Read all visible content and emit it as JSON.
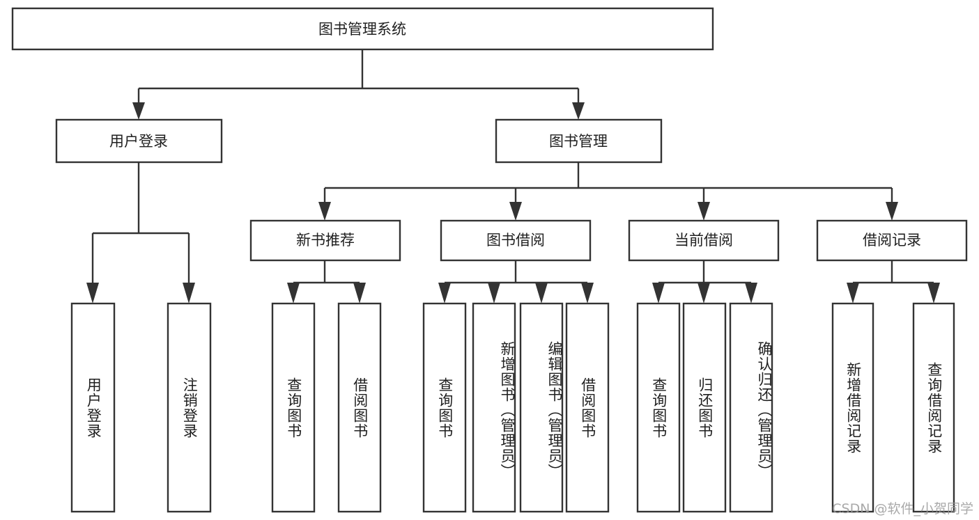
{
  "diagram": {
    "type": "tree",
    "title": "图书管理系统",
    "root": {
      "id": "root",
      "label": "图书管理系统",
      "orientation": "horizontal"
    },
    "level2": [
      {
        "id": "user-login",
        "label": "用户登录",
        "orientation": "horizontal"
      },
      {
        "id": "book-manage",
        "label": "图书管理",
        "orientation": "horizontal"
      }
    ],
    "level3": [
      {
        "id": "new-book-recommend",
        "label": "新书推荐",
        "orientation": "horizontal",
        "parent": "book-manage"
      },
      {
        "id": "book-borrow",
        "label": "图书借阅",
        "orientation": "horizontal",
        "parent": "book-manage"
      },
      {
        "id": "current-borrow",
        "label": "当前借阅",
        "orientation": "horizontal",
        "parent": "book-manage"
      },
      {
        "id": "borrow-record",
        "label": "借阅记录",
        "orientation": "horizontal",
        "parent": "book-manage"
      }
    ],
    "leaves": [
      {
        "id": "leaf-user-login",
        "label": "用户登录",
        "parent": "user-login",
        "orientation": "vertical"
      },
      {
        "id": "leaf-logout-login",
        "label": "注销登录",
        "parent": "user-login",
        "orientation": "vertical"
      },
      {
        "id": "leaf-query-book-1",
        "label": "查询图书",
        "parent": "new-book-recommend",
        "orientation": "vertical"
      },
      {
        "id": "leaf-borrow-book-1",
        "label": "借阅图书",
        "parent": "new-book-recommend",
        "orientation": "vertical"
      },
      {
        "id": "leaf-query-book-2",
        "label": "查询图书",
        "parent": "book-borrow",
        "orientation": "vertical"
      },
      {
        "id": "leaf-add-book",
        "label": "新增图书（管理员）",
        "parent": "book-borrow",
        "orientation": "vertical"
      },
      {
        "id": "leaf-edit-book",
        "label": "编辑图书（管理员）",
        "parent": "book-borrow",
        "orientation": "vertical"
      },
      {
        "id": "leaf-borrow-book-2",
        "label": "借阅图书",
        "parent": "book-borrow",
        "orientation": "vertical"
      },
      {
        "id": "leaf-query-book-3",
        "label": "查询图书",
        "parent": "current-borrow",
        "orientation": "vertical"
      },
      {
        "id": "leaf-return-book",
        "label": "归还图书",
        "parent": "current-borrow",
        "orientation": "vertical"
      },
      {
        "id": "leaf-confirm-return",
        "label": "确认归还（管理员）",
        "parent": "current-borrow",
        "orientation": "vertical"
      },
      {
        "id": "leaf-add-record",
        "label": "新增借阅记录",
        "parent": "borrow-record",
        "orientation": "vertical"
      },
      {
        "id": "leaf-query-record",
        "label": "查询借阅记录",
        "parent": "borrow-record",
        "orientation": "vertical"
      }
    ],
    "watermark": "CSDN @软件_小贺同学",
    "colors": {
      "stroke": "#333333",
      "fill": "#ffffff",
      "text": "#1f1f1f",
      "watermark": "#9b9b9b",
      "background": "#ffffff"
    }
  }
}
